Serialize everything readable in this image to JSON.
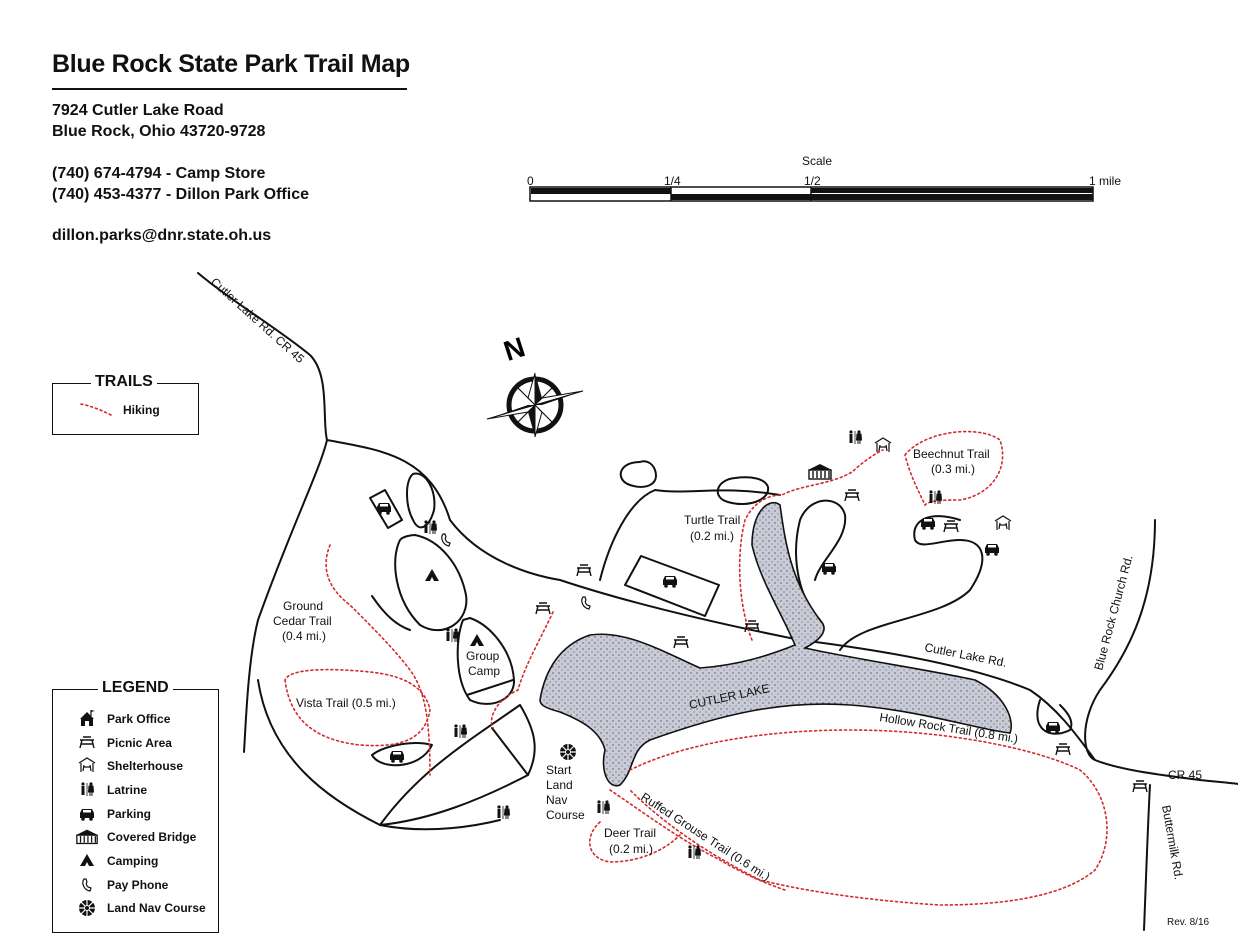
{
  "header": {
    "title": "Blue Rock State Park Trail Map",
    "address_line1": "7924 Cutler Lake Road",
    "address_line2": "Blue Rock, Ohio 43720-9728",
    "phone1": "(740) 674-4794 - Camp Store",
    "phone2": "(740) 453-4377 - Dillon Park Office",
    "email": "dillon.parks@dnr.state.oh.us"
  },
  "scale": {
    "title": "Scale",
    "ticks": [
      "0",
      "1/4",
      "1/2",
      "1 mile"
    ]
  },
  "compass": {
    "letter": "N"
  },
  "trails_box": {
    "title": "TRAILS",
    "hiking_label": "Hiking",
    "hiking_color": "#d42a2a"
  },
  "legend": {
    "title": "LEGEND",
    "items": [
      {
        "label": "Park Office",
        "icon": "park-office-icon"
      },
      {
        "label": "Picnic Area",
        "icon": "picnic-area-icon"
      },
      {
        "label": "Shelterhouse",
        "icon": "shelterhouse-icon"
      },
      {
        "label": "Latrine",
        "icon": "latrine-icon"
      },
      {
        "label": "Parking",
        "icon": "parking-icon"
      },
      {
        "label": "Covered Bridge",
        "icon": "covered-bridge-icon"
      },
      {
        "label": "Camping",
        "icon": "camping-icon"
      },
      {
        "label": "Pay Phone",
        "icon": "pay-phone-icon"
      },
      {
        "label": "Land Nav Course",
        "icon": "land-nav-course-icon"
      }
    ]
  },
  "map_labels": {
    "cutler_lake_rd_cr45": "Cutler Lake Rd.    CR 45",
    "cutler_lake_rd_east": "Cutler Lake Rd.",
    "blue_rock_church_rd": "Blue Rock Church Rd.",
    "cr45_east": "CR 45",
    "buttermilk_rd": "Buttermilk Rd.",
    "lake": "CUTLER LAKE",
    "group_camp_1": "Group",
    "group_camp_2": "Camp",
    "start_1": "Start",
    "start_2": "Land",
    "start_3": "Nav",
    "start_4": "Course"
  },
  "trails": {
    "beechnut_name": "Beechnut Trail",
    "beechnut_len": "(0.3 mi.)",
    "turtle_name": "Turtle Trail",
    "turtle_len": "(0.2 mi.)",
    "ground_cedar_1": "Ground",
    "ground_cedar_2": "Cedar Trail",
    "ground_cedar_len": "(0.4 mi.)",
    "vista": "Vista Trail (0.5 mi.)",
    "hollow_rock": "Hollow Rock Trail (0.8 mi.)",
    "ruffed_grouse": "Ruffed Grouse Trail (0.6 mi.)",
    "deer_name": "Deer Trail",
    "deer_len": "(0.2 mi.)"
  },
  "revision": "Rev. 8/16",
  "colors": {
    "lake_fill": "#c9ccd8",
    "trail": "#d42a2a",
    "ink": "#111111"
  }
}
